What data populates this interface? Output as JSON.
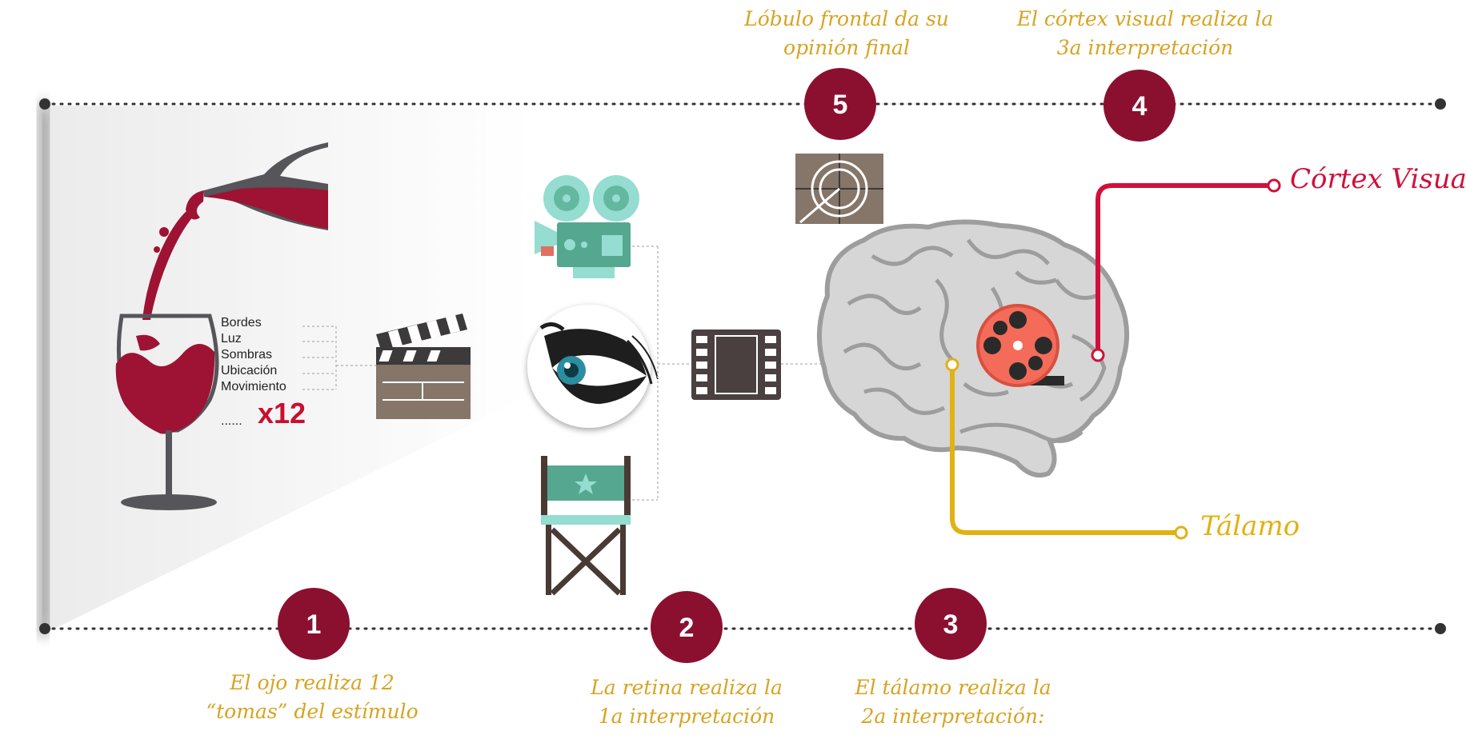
{
  "steps": [
    {
      "number": "1",
      "caption": "El ojo realiza 12\n“tomas” del estímulo"
    },
    {
      "number": "2",
      "caption": "La retina realiza la\n1a interpretación"
    },
    {
      "number": "3",
      "caption": "El tálamo realiza la\n2a interpretación:"
    },
    {
      "number": "4",
      "caption": "El córtex visual realiza la\n3a interpretación"
    },
    {
      "number": "5",
      "caption": "Lóbulo frontal da su\nopinión final"
    }
  ],
  "features": [
    "Bordes",
    "Luz",
    "Sombras",
    "Ubicación",
    "Movimiento"
  ],
  "ellipsis": "......",
  "multiplier": "x12",
  "labels": {
    "cortex": "Córtex Visual",
    "thalamus": "Tálamo"
  },
  "icons": [
    "wine-glass-icon",
    "wine-bottle-icon",
    "clapperboard-icon",
    "film-projector-icon",
    "eye-icon",
    "director-chair-icon",
    "film-strip-icon",
    "film-reel-icon",
    "film-countdown-icon",
    "brain-icon"
  ],
  "colors": {
    "step_circle": "#8b1030",
    "caption": "#d7a321",
    "cortex": "#d0103a",
    "thalamus": "#e2b112",
    "wine": "#9e1233",
    "teal": "#64b8a0",
    "brown": "#857669"
  }
}
